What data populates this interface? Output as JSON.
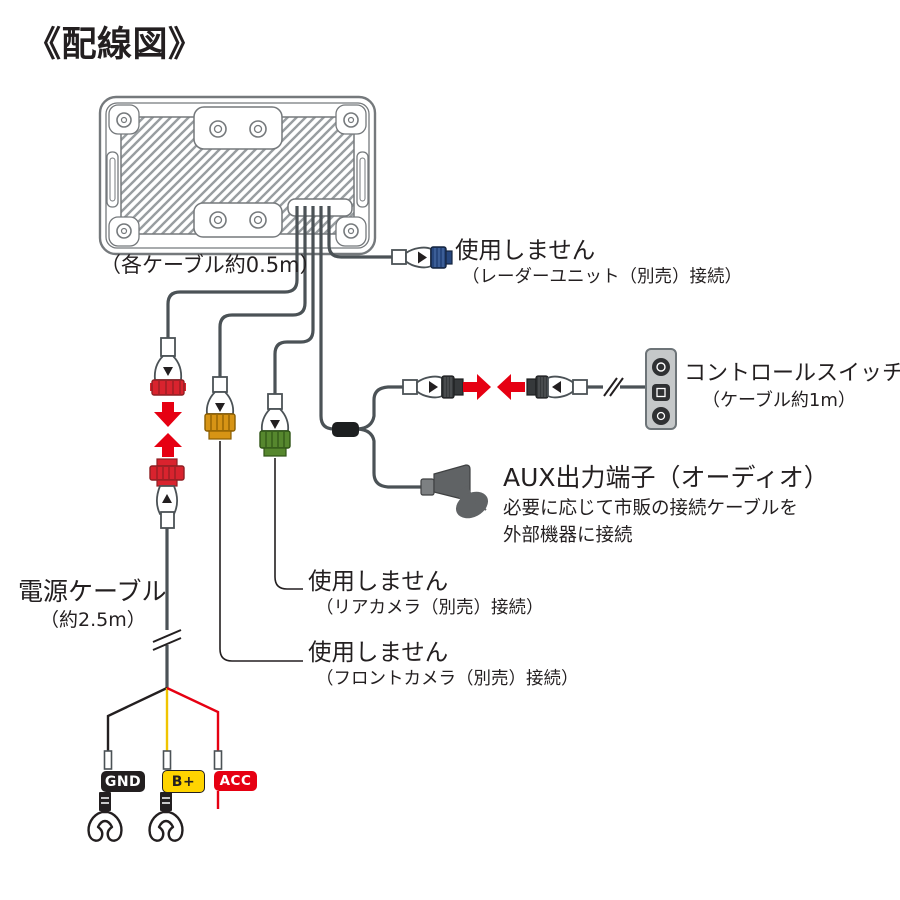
{
  "title": "《配線図》",
  "unit": {
    "cable_note": "（各ケーブル約0.5m）"
  },
  "callouts": {
    "radar": {
      "title": "使用しません",
      "sub": "（レーダーユニット（別売）接続）"
    },
    "control_switch": {
      "title": "コントロールスイッチ",
      "sub": "（ケーブル約1m）"
    },
    "aux": {
      "title": "AUX出力端子（オーディオ）",
      "sub1": "必要に応じて市販の接続ケーブルを",
      "sub2": "外部機器に接続"
    },
    "power": {
      "title": "電源ケーブル",
      "sub": "（約2.5m）"
    },
    "rear_camera": {
      "title": "使用しません",
      "sub": "（リアカメラ（別売）接続）"
    },
    "front_camera": {
      "title": "使用しません",
      "sub": "（フロントカメラ（別売）接続）"
    }
  },
  "wire_tags": [
    {
      "label": "GND",
      "bg": "#231f20",
      "fg": "#ffffff"
    },
    {
      "label": "B+",
      "bg": "#ffd400",
      "fg": "#231f20"
    },
    {
      "label": "ACC",
      "bg": "#e60012",
      "fg": "#ffffff"
    }
  ],
  "colors": {
    "cable": "#4b5256",
    "unit_outline": "#75797c",
    "accent_red": "#e60012",
    "connector_red": "#d9232e",
    "connector_orange": "#d79415",
    "connector_green": "#56872e",
    "connector_blue": "#27477e",
    "connector_dark": "#36393b",
    "switch_body": "#c5c8c9",
    "aux_plug": "#606365"
  }
}
